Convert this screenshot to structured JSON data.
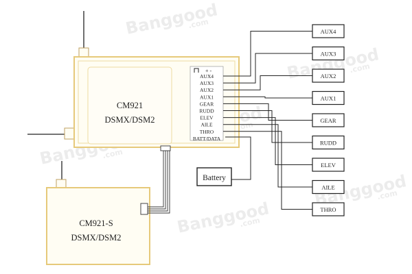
{
  "watermark": {
    "text": "Banggood",
    "sub": ".com",
    "color": "#dcdcdc"
  },
  "main_receiver": {
    "model": "CM921",
    "protocol": "DSMX/DSM2",
    "fill": "#fffdf3",
    "border": "#e6c97a",
    "ports_symbol": "+ -",
    "ports": [
      "AUX4",
      "AUX3",
      "AUX2",
      "AUX1",
      "GEAR",
      "RUDD",
      "ELEV",
      "AILE",
      "THRO",
      "BATT/DATA"
    ]
  },
  "satellite_receiver": {
    "model": "CM921-S",
    "protocol": "DSMX/DSM2"
  },
  "battery": {
    "label": "Battery"
  },
  "channel_boxes": [
    "AUX4",
    "AUX3",
    "AUX2",
    "AUX1",
    "GEAR",
    "RUDD",
    "ELEV",
    "AILE",
    "THRO"
  ]
}
